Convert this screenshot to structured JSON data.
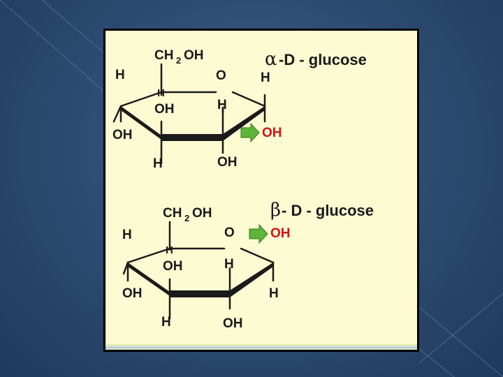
{
  "alpha": {
    "greek": "α",
    "title": " -D - glucose",
    "ch2": "CH",
    "ch2_sub": "2",
    "ch2_oh": "OH",
    "ring_o": "O",
    "labels": {
      "c5_h": "H",
      "c1_h": "H",
      "c4_h": "H",
      "c4_oh": "OH",
      "c3_h": "H",
      "c4_left_oh": "OH",
      "c1_oh": "OH",
      "c3_bottom_h": "H",
      "c2_bottom_oh": "OH"
    }
  },
  "beta": {
    "greek": "β",
    "title": " - D - glucose",
    "ch2": "CH",
    "ch2_sub": "2",
    "ch2_oh": "OH",
    "ring_o": "O",
    "labels": {
      "c5_h": "H",
      "c1_oh": "OH",
      "c4_h": "H",
      "c4_oh": "OH",
      "c3_h": "H",
      "c4_left_oh": "OH",
      "c1_h": "H",
      "c3_bottom_h": "H",
      "c2_bottom_oh": "OH"
    }
  },
  "colors": {
    "highlight_oh": "#d0141a",
    "arrow_fill": "#5fb53a",
    "panel_bg": "#fdfbd2"
  },
  "icons": [
    "green-arrow-icon"
  ]
}
